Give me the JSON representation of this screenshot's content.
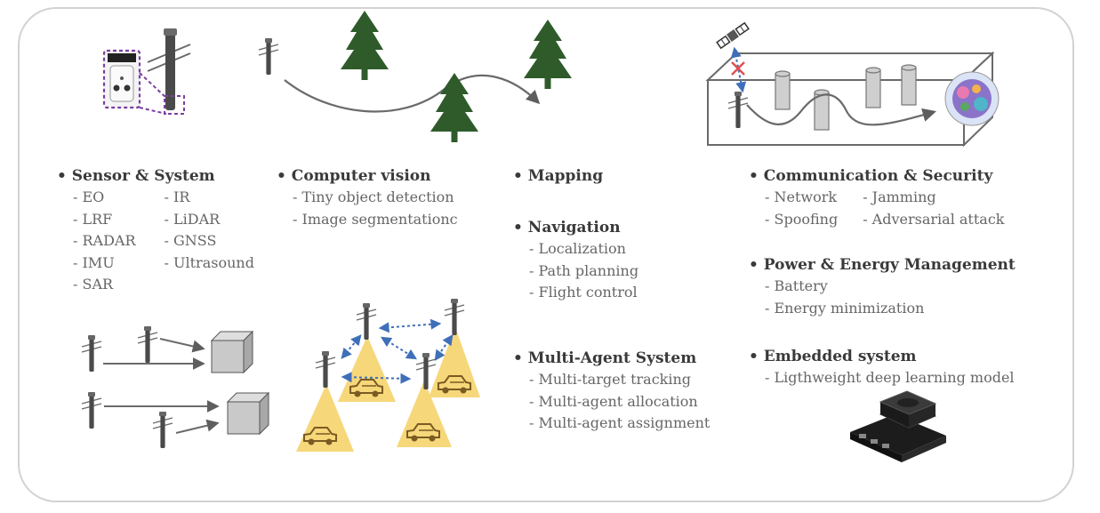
{
  "sections": {
    "sensor": {
      "title": "• Sensor & System",
      "col1": [
        "- EO",
        "- LRF",
        "- RADAR",
        "- IMU",
        "- SAR"
      ],
      "col2": [
        "- IR",
        "- LiDAR",
        "- GNSS",
        "- Ultrasound"
      ]
    },
    "vision": {
      "title": "• Computer vision",
      "items": [
        "- Tiny object detection",
        "- Image segmentationc"
      ]
    },
    "mapping": {
      "title": "• Mapping"
    },
    "navigation": {
      "title": "• Navigation",
      "items": [
        "- Localization",
        "- Path planning",
        "- Flight control"
      ]
    },
    "multiagent": {
      "title": "• Multi-Agent System",
      "items": [
        "- Multi-target tracking",
        "- Multi-agent allocation",
        "- Multi-agent assignment"
      ]
    },
    "comm": {
      "title": "• Communication & Security",
      "col1": [
        "- Network",
        "- Spoofing"
      ],
      "col2": [
        "- Jamming",
        "- Adversarial attack"
      ]
    },
    "power": {
      "title": "• Power & Energy Management",
      "items": [
        "- Battery",
        "- Energy minimization"
      ]
    },
    "embedded": {
      "title": "• Embedded system",
      "items": [
        "- Ligthweight deep learning model"
      ]
    }
  },
  "colors": {
    "frame": "#cfcfcf",
    "tree": "#2f5b2b",
    "cone": "#f6d77a",
    "arrow": "#5e5e5e",
    "link": "#3f6fb8",
    "sensor_box": "#7a3fa0",
    "blocked": "#e05050"
  },
  "icons": [
    "drone-icon",
    "tree-icon",
    "satellite-icon",
    "car-icon",
    "cube-icon",
    "sensor-module-icon",
    "jetson-board-icon",
    "robot-target-icon"
  ]
}
